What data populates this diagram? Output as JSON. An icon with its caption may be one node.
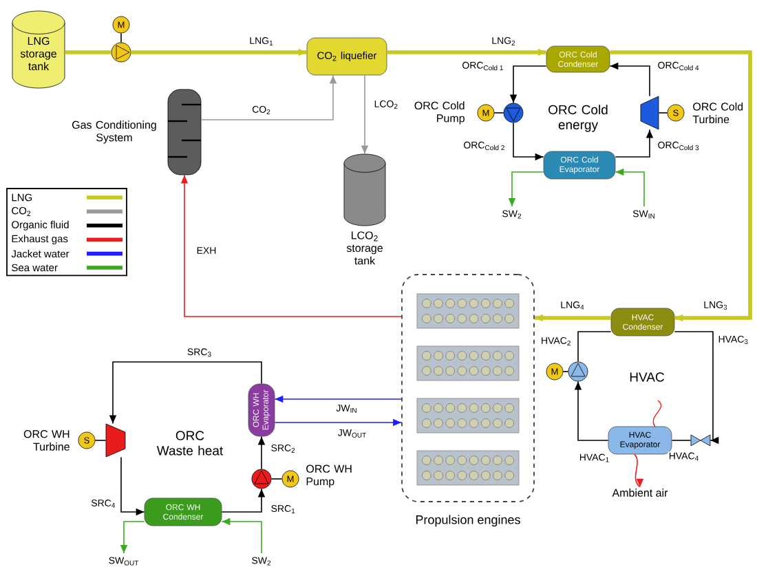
{
  "diagram": {
    "nodes": [
      {
        "text": [
          "LNG storage tank"
        ]
      },
      {
        "text": [
          "M"
        ]
      },
      {
        "text": [],
        "shape": "circle"
      },
      {
        "text": [
          "CO$_{2}$ liquefier"
        ]
      },
      {
        "text": [
          "Gas Conditioning System"
        ]
      },
      {
        "text": [
          "LCO$_{2}$ storage tank"
        ]
      },
      {
        "text": [
          "ORC Cold Condenser"
        ]
      },
      {
        "text": [
          "M"
        ],
        "beside": [
          "ORC Cold Pump"
        ]
      },
      {
        "text": [],
        "shape": "circle"
      },
      {
        "text": [],
        "shape": "trapezoid"
      },
      {
        "text": [
          "S"
        ],
        "beside": [
          "ORC Cold Turbine"
        ]
      },
      {
        "text": [
          "ORC Cold Evaporator"
        ]
      },
      {
        "text": [
          "Propulsion engines"
        ]
      },
      {
        "text": [],
        "shape": "box",
        "in": 12
      },
      {
        "text": [],
        "shape": "box",
        "in": 12
      },
      {
        "text": [],
        "shape": "box",
        "in": 12
      },
      {
        "text": [],
        "shape": "box",
        "in": 12
      },
      {
        "text": [
          "HVAC Condenser"
        ]
      },
      {
        "text": [
          "M"
        ]
      },
      {
        "text": [],
        "shape": "circle"
      },
      {
        "text": [
          "ORC WH Evaporator"
        ]
      },
      {
        "text": [
          "S"
        ],
        "beside": [
          "ORC WH Turbine"
        ]
      },
      {
        "text": [],
        "shape": "trapezoid"
      },
      {
        "text": [
          "HVAC Evaporator"
        ]
      },
      {
        "text": [],
        "shape": "valve"
      },
      {
        "text": [],
        "shape": "circle"
      },
      {
        "text": [
          "M"
        ],
        "beside": [
          "ORC WH Pump"
        ]
      },
      {
        "text": [
          "Ambient air"
        ]
      },
      {
        "text": [
          "ORC WH Condenser"
        ]
      }
    ],
    "edges": [
      {
        "from": 0,
        "to": 2,
        "arrow": "none",
        "style": "thick",
        "color": "#c8c81e"
      },
      {
        "from": 1,
        "to": 2,
        "arrow": "none"
      },
      {
        "from": 2,
        "to": 3,
        "arrow": "to",
        "label": "LNG$_{1}$",
        "style": "thick",
        "color": "#c8c81e"
      },
      {
        "from": 3,
        "to": 6,
        "arrow": "to",
        "label": "LNG$_{2}$",
        "style": "thick",
        "color": "#c8c81e"
      },
      {
        "from": 6,
        "to": 17,
        "arrow": "to",
        "label": "LNG$_{3}$",
        "style": "thick",
        "color": "#c8c81e"
      },
      {
        "from": 17,
        "to": 12,
        "arrow": "to",
        "label": "LNG$_{4}$",
        "style": "thick",
        "color": "#c8c81e"
      },
      {
        "from": 4,
        "to": 3,
        "arrow": "to",
        "label": "CO$_{2}$",
        "color": "#999999"
      },
      {
        "from": 3,
        "to": 5,
        "arrow": "to",
        "label": "LCO$_{2}$",
        "color": "#999999"
      },
      {
        "from": 12,
        "to": 4,
        "arrow": "to",
        "label": "EXH",
        "color": "#ee1c1c"
      },
      {
        "from": 7,
        "to": 8,
        "arrow": "none"
      },
      {
        "from": 6,
        "to": 8,
        "arrow": "to",
        "label": "ORC$_{Cold 1}$"
      },
      {
        "from": 8,
        "to": 11,
        "arrow": "to",
        "label": "ORC$_{Cold 2}$"
      },
      {
        "from": 11,
        "to": 9,
        "arrow": "to",
        "label": "ORC$_{Cold 3}$"
      },
      {
        "from": 9,
        "to": 6,
        "arrow": "to",
        "label": "ORC$_{Cold 4}$"
      },
      {
        "from": 10,
        "to": 9,
        "arrow": "none"
      },
      {
        "from": null,
        "to": 11,
        "arrow": "to",
        "label": "SW$_{IN}$",
        "color": "#3aaa1e"
      },
      {
        "from": 11,
        "to": null,
        "arrow": "to",
        "label": "SW$_{2}$",
        "color": "#3aaa1e"
      },
      {
        "from": 17,
        "to": 24,
        "arrow": "to",
        "label": "HVAC$_{3}$"
      },
      {
        "from": 24,
        "to": 23,
        "arrow": "none",
        "label": "HVAC$_{4}$"
      },
      {
        "from": 23,
        "to": 19,
        "arrow": "to",
        "label": "HVAC$_{1}$"
      },
      {
        "from": 19,
        "to": 17,
        "arrow": "none",
        "label": "HVAC$_{2}$"
      },
      {
        "from": 18,
        "to": 19,
        "arrow": "none"
      },
      {
        "from": 23,
        "to": 27,
        "arrow": "to",
        "color": "#ee1c1c"
      },
      {
        "from": 12,
        "to": 20,
        "arrow": "to",
        "label": "JW$_{IN}$",
        "color": "#1e1eff"
      },
      {
        "from": 20,
        "to": 12,
        "arrow": "to",
        "label": "JW$_{OUT}$",
        "color": "#1e1eff"
      },
      {
        "from": 20,
        "to": 22,
        "arrow": "to",
        "label": "SRC$_{3}$"
      },
      {
        "from": 22,
        "to": 28,
        "arrow": "to",
        "label": "SRC$_{4}$"
      },
      {
        "from": 28,
        "to": 25,
        "arrow": "to",
        "label": "SRC$_{1}$"
      },
      {
        "from": 25,
        "to": 20,
        "arrow": "to",
        "label": "SRC$_{2}$"
      },
      {
        "from": 21,
        "to": 22,
        "arrow": "none"
      },
      {
        "from": 26,
        "to": 25,
        "arrow": "none"
      },
      {
        "from": null,
        "to": 28,
        "arrow": "to",
        "label": "SW$_{2}$",
        "color": "#3aaa1e"
      },
      {
        "from": 28,
        "to": null,
        "arrow": "to",
        "label": "SW$_{OUT}$",
        "color": "#3aaa1e"
      }
    ],
    "labels": [
      "ORC Cold energy",
      "HVAC",
      "ORC Waste heat"
    ],
    "legend": [
      {
        "text": "LNG",
        "color": "#c8c81e"
      },
      {
        "text": "CO$_{2}$",
        "color": "#999999"
      },
      {
        "text": "Organic fluid",
        "color": "#000000"
      },
      {
        "text": "Exhaust gas",
        "color": "#ee1c1c"
      },
      {
        "text": "Jacket water",
        "color": "#1e1eff"
      },
      {
        "text": "Sea water",
        "color": "#3aaa1e"
      }
    ]
  }
}
